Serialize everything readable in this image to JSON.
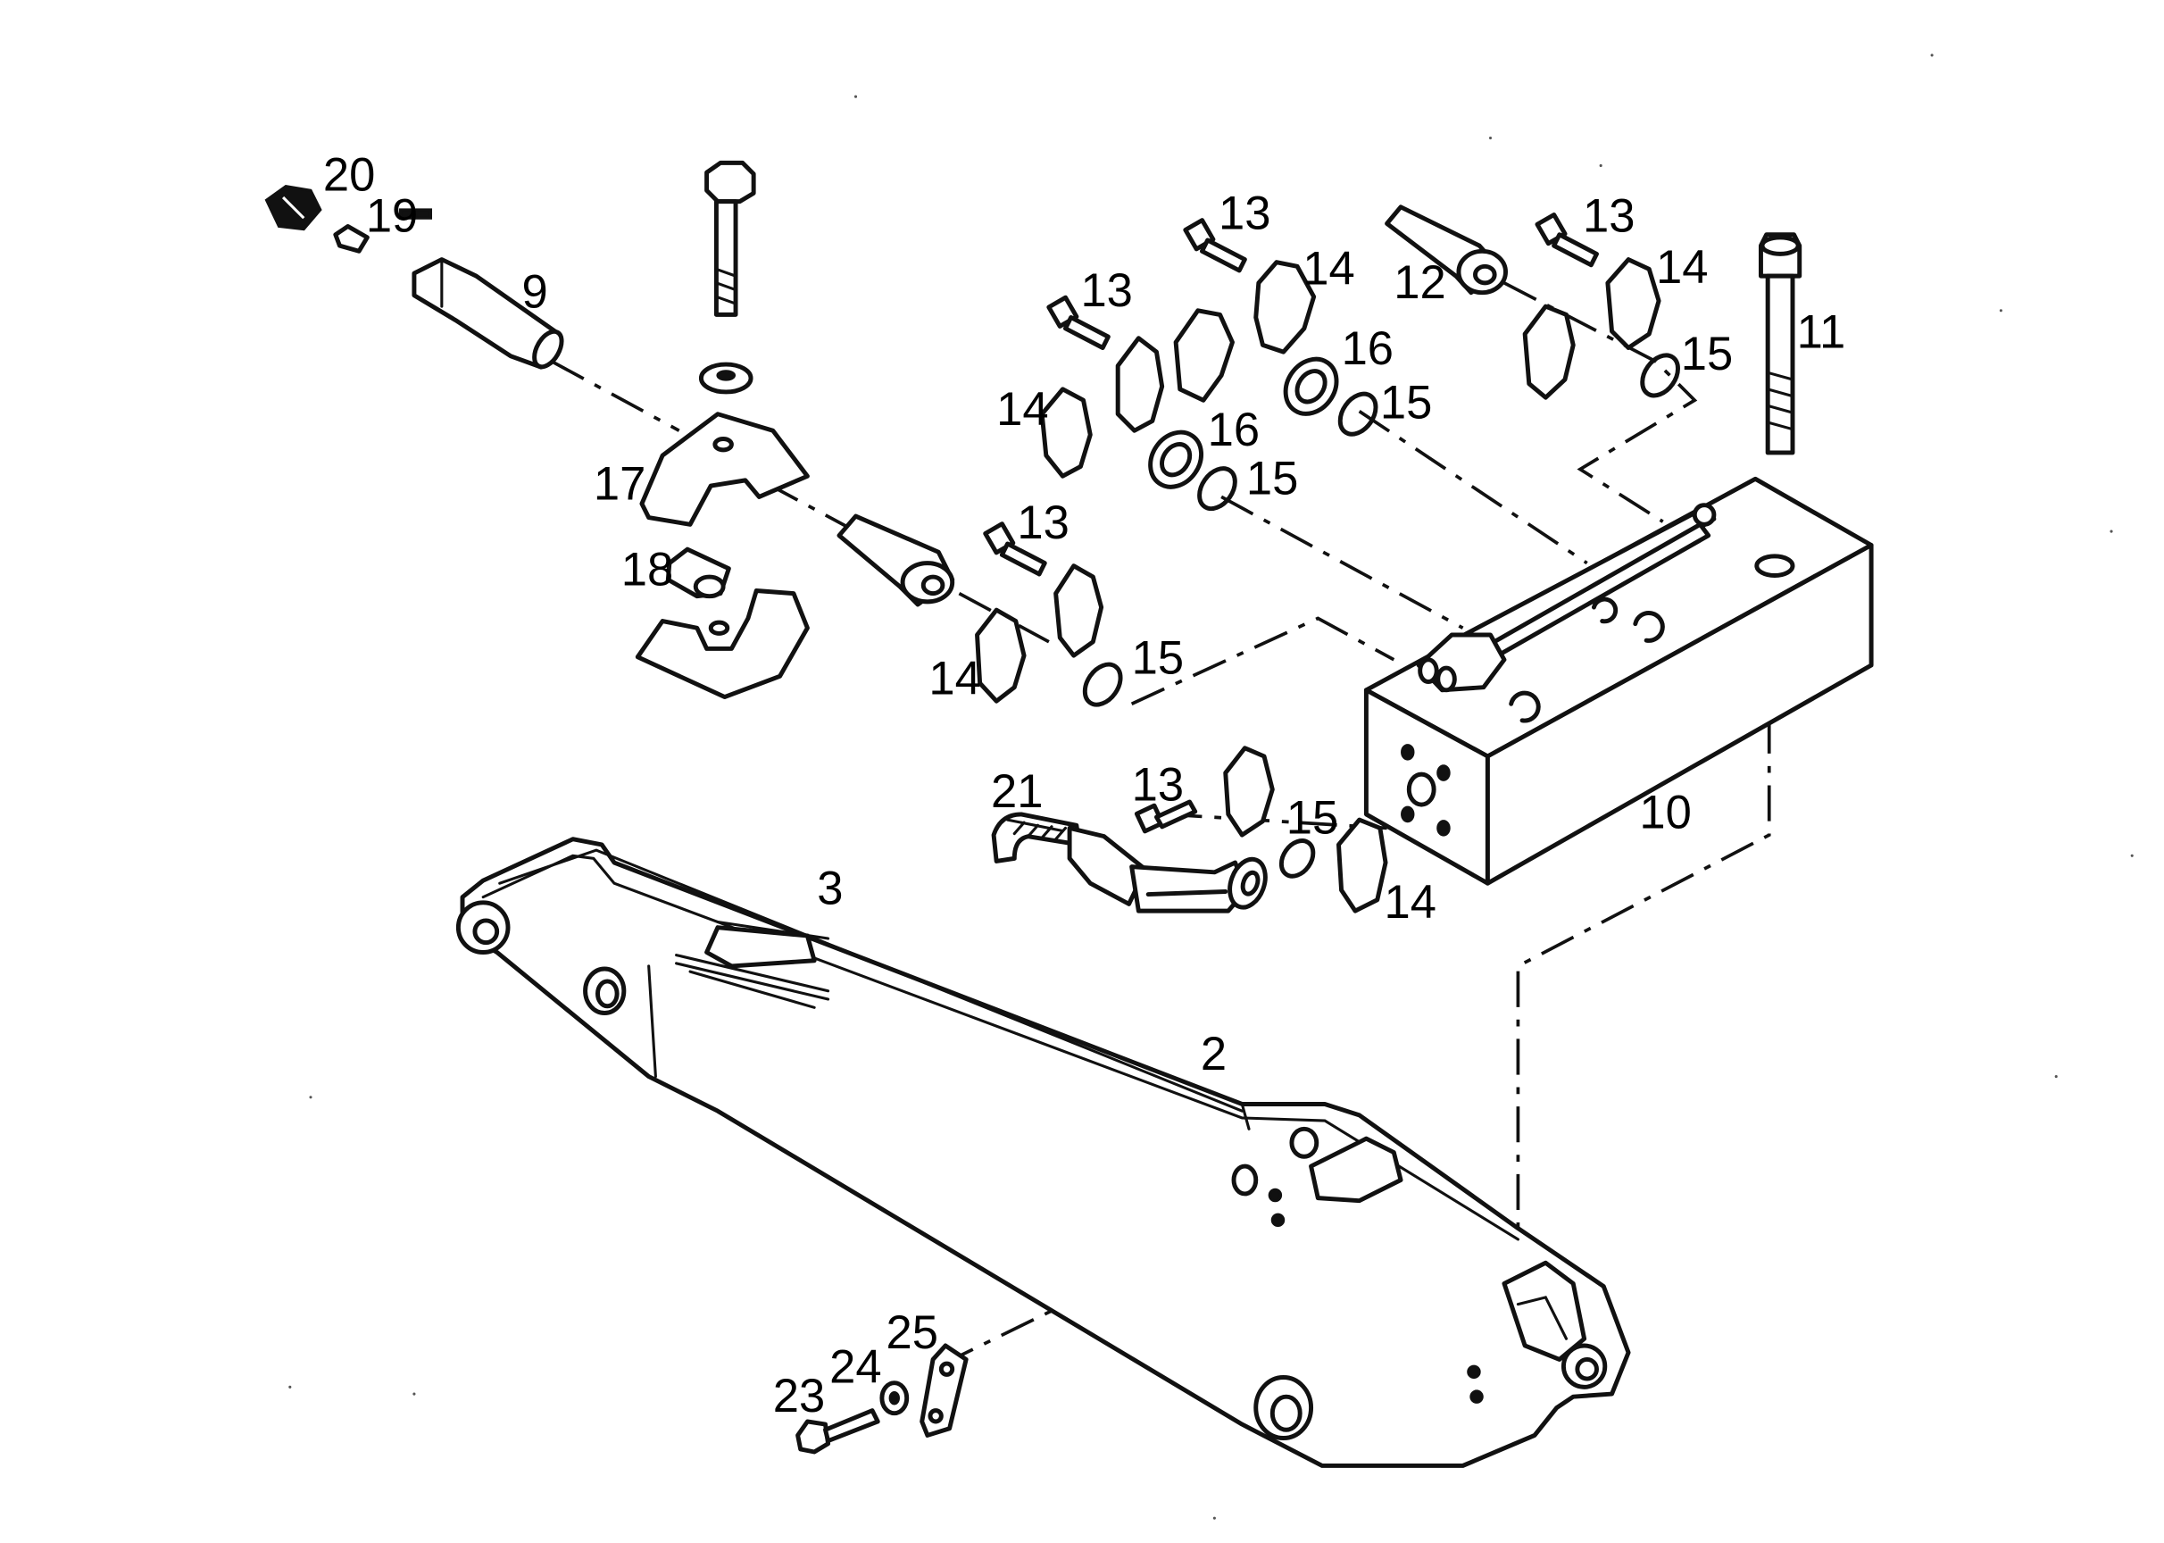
{
  "labels": {
    "p2": "2",
    "p3": "3",
    "p9": "9",
    "p10": "10",
    "p11": "11",
    "p12": "12",
    "p13a": "13",
    "p13b": "13",
    "p13c": "13",
    "p13d": "13",
    "p13e": "13",
    "p14a": "14",
    "p14b": "14",
    "p14c": "14",
    "p14d": "14",
    "p14e": "14",
    "p15a": "15",
    "p15b": "15",
    "p15c": "15",
    "p15d": "15",
    "p15e": "15",
    "p16a": "16",
    "p16b": "16",
    "p17": "17",
    "p18": "18",
    "p19": "19",
    "p20": "20",
    "p21": "21",
    "p23": "23",
    "p24": "24",
    "p25": "25"
  }
}
